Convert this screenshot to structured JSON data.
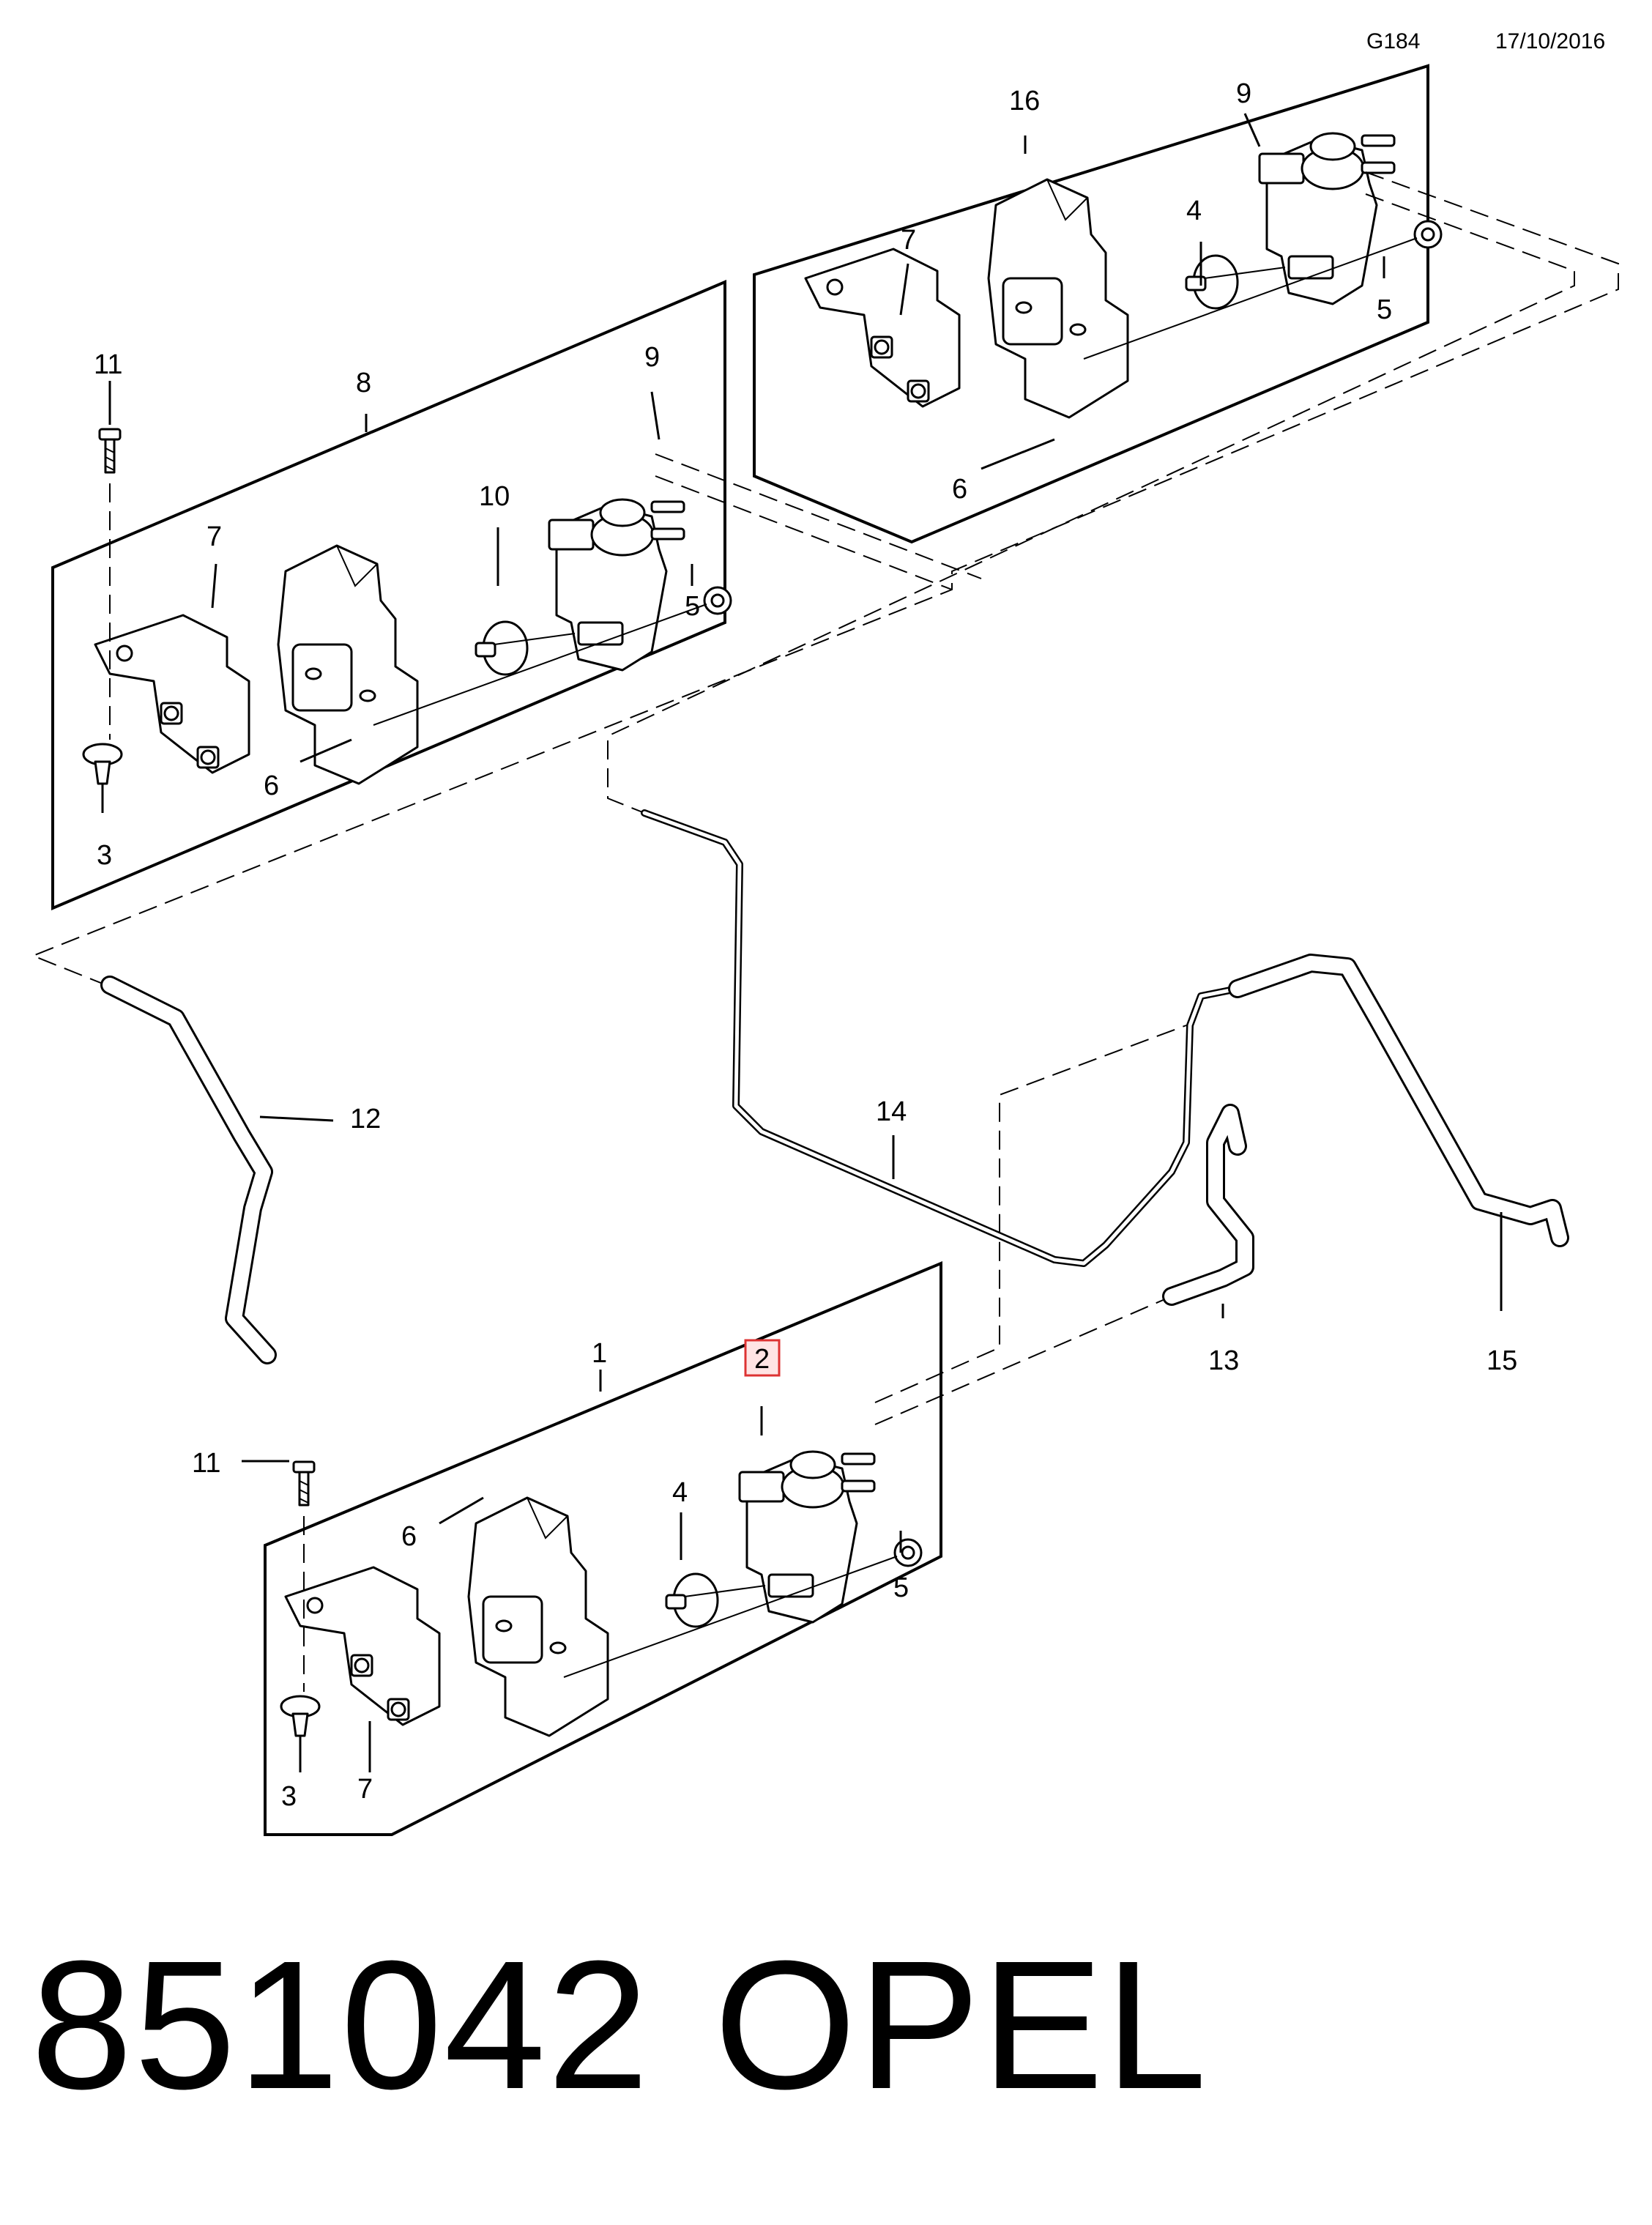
{
  "header": {
    "code": "G184",
    "date": "17/10/2016"
  },
  "footer": {
    "part_number": "851042",
    "brand": "OPEL"
  },
  "callouts": {
    "c1": "1",
    "c2": "2",
    "c3": "3",
    "c4": "4",
    "c5": "5",
    "c6": "6",
    "c7": "7",
    "c8": "8",
    "c9": "9",
    "c10": "10",
    "c11": "11",
    "c12": "12",
    "c13": "13",
    "c14": "14",
    "c15": "15",
    "c16": "16"
  },
  "highlighted_callout": "2"
}
